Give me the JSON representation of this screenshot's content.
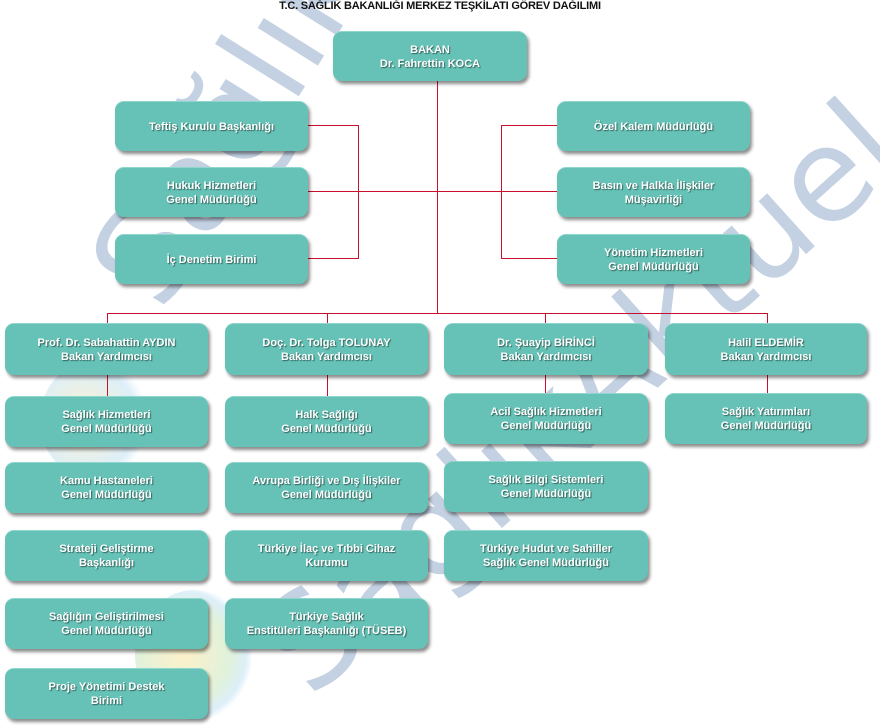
{
  "title": "T.C. SAĞLIK BAKANLIĞI MERKEZ TEŞKİLATI GÖREV DAĞILIMI",
  "watermark": "SağlıkAktüel",
  "minister": {
    "lines": [
      "BAKAN",
      "Dr. Fahrettin KOCA"
    ]
  },
  "left_units": [
    {
      "lines": [
        "Teftiş Kurulu Başkanlığı"
      ]
    },
    {
      "lines": [
        "Hukuk Hizmetleri",
        "Genel Müdürlüğü"
      ]
    },
    {
      "lines": [
        "İç Denetim Birimi"
      ]
    }
  ],
  "right_units": [
    {
      "lines": [
        "Özel Kalem Müdürlüğü"
      ]
    },
    {
      "lines": [
        "Basın ve Halkla İlişkiler",
        "Müşavirliği"
      ]
    },
    {
      "lines": [
        "Yönetim Hizmetleri",
        "Genel Müdürlüğü"
      ]
    }
  ],
  "deputies": [
    {
      "lines": [
        "Prof. Dr. Sabahattin AYDIN",
        "Bakan Yardımcısı"
      ],
      "units": [
        {
          "lines": [
            "Sağlık Hizmetleri",
            "Genel Müdürlüğü"
          ]
        },
        {
          "lines": [
            "Kamu Hastaneleri",
            "Genel Müdürlüğü"
          ]
        },
        {
          "lines": [
            "Strateji Geliştirme",
            "Başkanlığı"
          ]
        },
        {
          "lines": [
            "Sağlığın Geliştirilmesi",
            "Genel Müdürlüğü"
          ]
        },
        {
          "lines": [
            "Proje Yönetimi Destek",
            "Birimi"
          ]
        }
      ]
    },
    {
      "lines": [
        "Doç. Dr. Tolga TOLUNAY",
        "Bakan Yardımcısı"
      ],
      "units": [
        {
          "lines": [
            "Halk Sağlığı",
            "Genel Müdürlüğü"
          ]
        },
        {
          "lines": [
            "Avrupa Birliği ve Dış İlişkiler",
            "Genel Müdürlüğü"
          ]
        },
        {
          "lines": [
            "Türkiye İlaç ve Tıbbi Cihaz",
            "Kurumu"
          ]
        },
        {
          "lines": [
            "Türkiye Sağlık",
            "Enstitüleri Başkanlığı (TÜSEB)"
          ]
        }
      ]
    },
    {
      "lines": [
        "Dr. Şuayip BİRİNCİ",
        "Bakan Yardımcısı"
      ],
      "units": [
        {
          "lines": [
            "Acil Sağlık Hizmetleri",
            "Genel Müdürlüğü"
          ]
        },
        {
          "lines": [
            "Sağlık Bilgi Sistemleri",
            "Genel Müdürlüğü"
          ]
        },
        {
          "lines": [
            "Türkiye Hudut ve Sahiller",
            "Sağlık Genel Müdürlüğü"
          ]
        }
      ]
    },
    {
      "lines": [
        "Halil ELDEMİR",
        "Bakan Yardımcısı"
      ],
      "units": [
        {
          "lines": [
            "Sağlık Yatırımları",
            "Genel Müdürlüğü"
          ]
        }
      ]
    }
  ]
}
